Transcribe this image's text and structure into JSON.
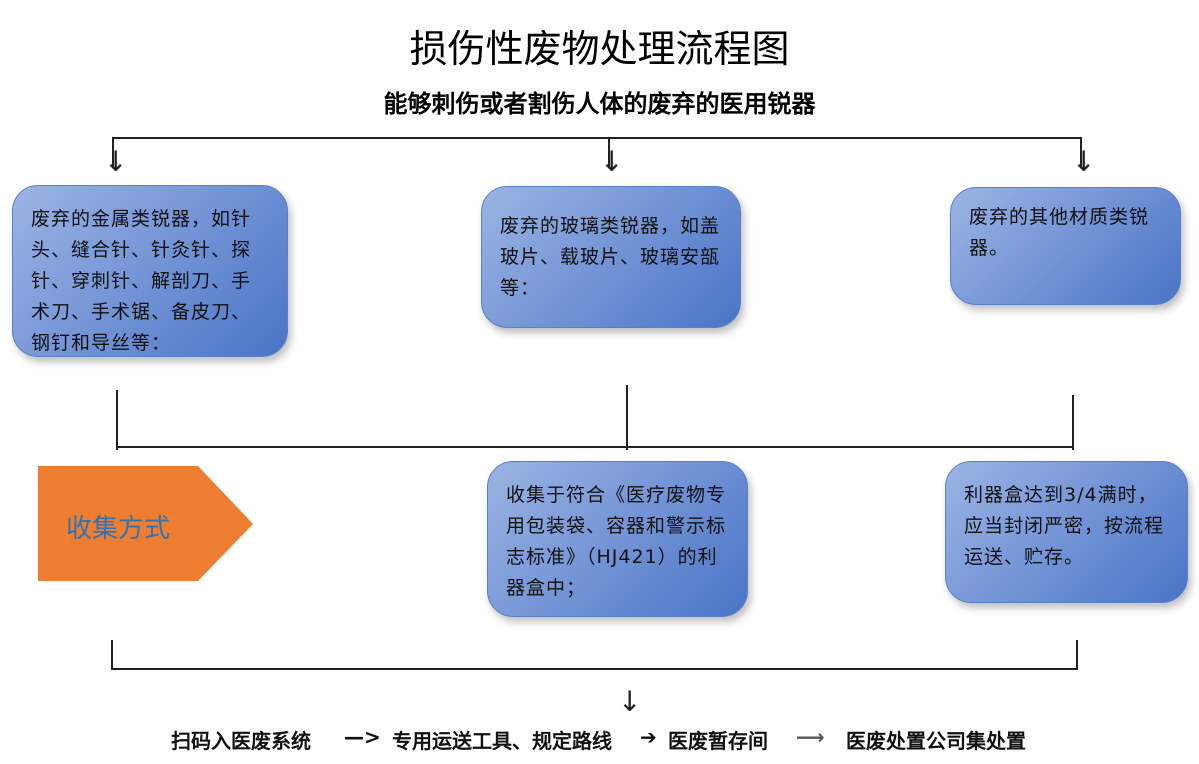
{
  "title": "损伤性废物处理流程图",
  "subtitle": "能够刺伤或者割伤人体的废弃的医用锐器",
  "categories": [
    "废弃的金属类锐器，如针头、缝合针、针灸针、探针、穿刺针、解剖刀、手术刀、手术锯、备皮刀、钢钉和导丝等：",
    "废弃的玻璃类锐器，如盖玻片、载玻片、玻璃安瓿等：",
    "废弃的其他材质类锐器。"
  ],
  "collection": {
    "label": "收集方式",
    "steps": [
      "收集于符合《医疗废物专用包装袋、容器和警示标志标准》（HJ421）的利器盒中；",
      "利器盒达到3/4满时，应当封闭严密，按流程运送、贮存。"
    ]
  },
  "flow": {
    "step1": "扫码入医废系统",
    "arrow1": "—>",
    "step2": "专用运送工具、规定路线",
    "arrow2": "➔",
    "step3": "医废暂存间",
    "arrow3": "⟶",
    "step4": "医废处置公司集处置"
  },
  "colors": {
    "box": "#4472C4",
    "pentagon": "#ED7D31",
    "pentagon_text": "#2E74B5"
  }
}
